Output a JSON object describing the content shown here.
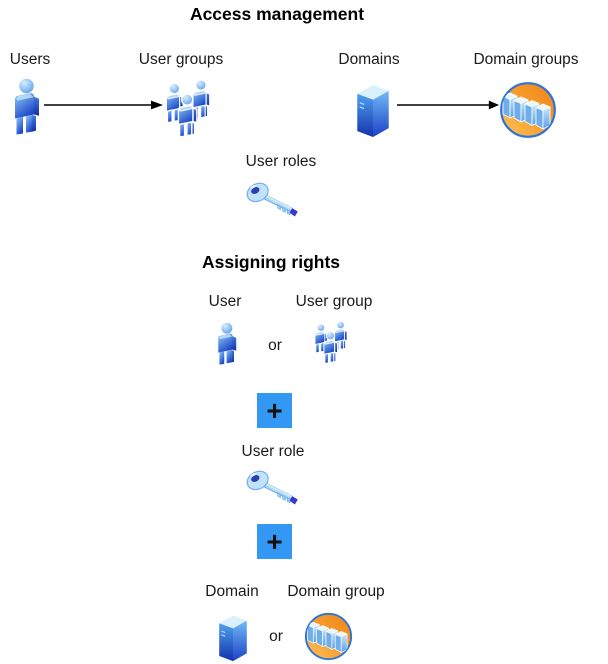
{
  "titles": {
    "access_management": "Access management",
    "assigning_rights": "Assigning rights"
  },
  "access_management": {
    "users": "Users",
    "user_groups": "User groups",
    "domains": "Domains",
    "domain_groups": "Domain groups",
    "user_roles": "User roles"
  },
  "assigning_rights": {
    "user": "User",
    "user_group": "User group",
    "or_user": "or",
    "plus_user_role": "+",
    "user_role": "User role",
    "plus_domain": "+",
    "domain": "Domain",
    "domain_group": "Domain group",
    "or_domain": "or"
  },
  "icons": {
    "user": "person-icon",
    "user_group": "people-group-icon",
    "domain": "server-tower-icon",
    "domain_group": "servers-in-orange-circle-icon",
    "user_role": "key-icon",
    "combine": "plus-icon",
    "mapping": "right-arrow-icon"
  },
  "colors": {
    "person_blue_light": "#90CAF9",
    "person_blue_dark": "#1A46C8",
    "plus_square_blue": "#3397F4",
    "orange_circle": "#F79E2D",
    "circle_border_blue": "#2E74D9",
    "arrow_black": "#000000",
    "text": "#1A1A1A"
  }
}
